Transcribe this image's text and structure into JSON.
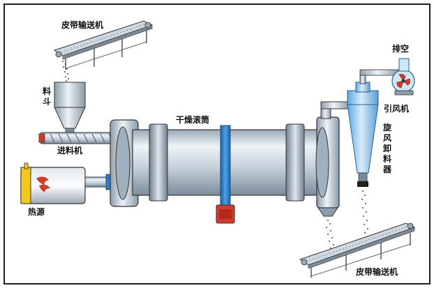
{
  "labels": {
    "top_conveyor": "皮带输送机",
    "hopper": "料斗",
    "screw_feeder": "进料机",
    "heat_source": "热源",
    "drum": "干燥滚筒",
    "exhaust": "排空",
    "fan": "引风机",
    "cyclone": "旋风卸料器",
    "bottom_conveyor": "皮带输送机"
  },
  "colors": {
    "border": "#1f1f1f",
    "steel_light": "#e6ecf2",
    "steel_mid": "#b9c6d3",
    "steel_dark": "#7a8a99",
    "blue": "#2a7fd0",
    "blue_light": "#8cc4f0",
    "red": "#d43a2a",
    "yellow": "#f2c81e"
  }
}
